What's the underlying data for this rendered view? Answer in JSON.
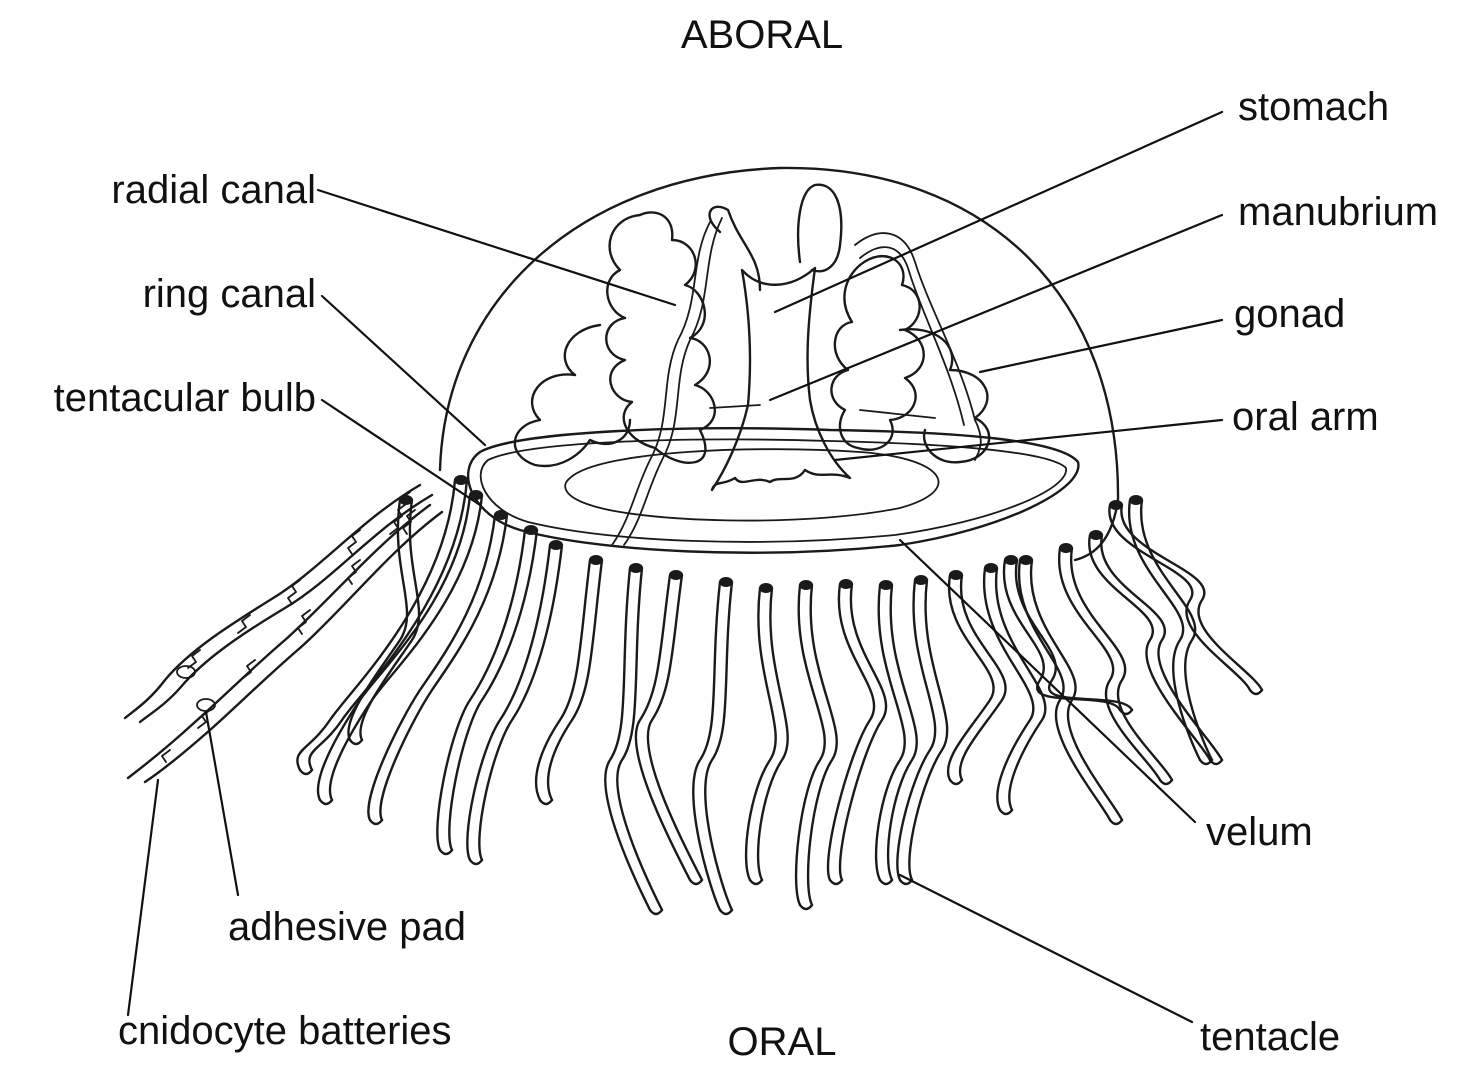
{
  "diagram": {
    "orientation": {
      "top": "ABORAL",
      "bottom": "ORAL"
    },
    "labels": {
      "radial_canal": "radial canal",
      "ring_canal": "ring canal",
      "tentacular_bulb": "tentacular bulb",
      "adhesive_pad": "adhesive pad",
      "cnidocyte_batteries": "cnidocyte batteries",
      "stomach": "stomach",
      "manubrium": "manubrium",
      "gonad": "gonad",
      "oral_arm": "oral arm",
      "velum": "velum",
      "tentacle": "tentacle"
    },
    "colors": {
      "ink": "#1a1a1a",
      "background": "#ffffff"
    }
  }
}
